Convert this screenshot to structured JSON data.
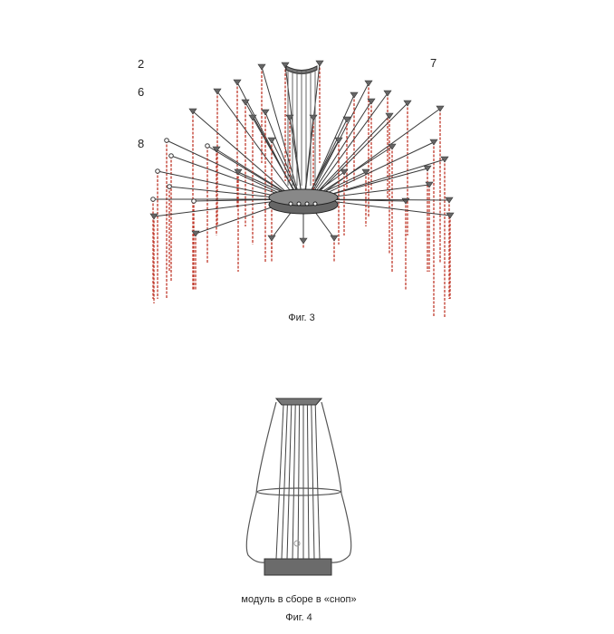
{
  "figure3": {
    "callouts": [
      "2",
      "6",
      "8",
      "7"
    ],
    "caption": "Фиг. 3"
  },
  "figure4": {
    "subtitle": "модуль в сборе в «сноп»",
    "caption": "Фиг. 4"
  },
  "colors": {
    "line": "#3a3a3a",
    "crystal": "#c0392b",
    "hub": "#555555"
  }
}
